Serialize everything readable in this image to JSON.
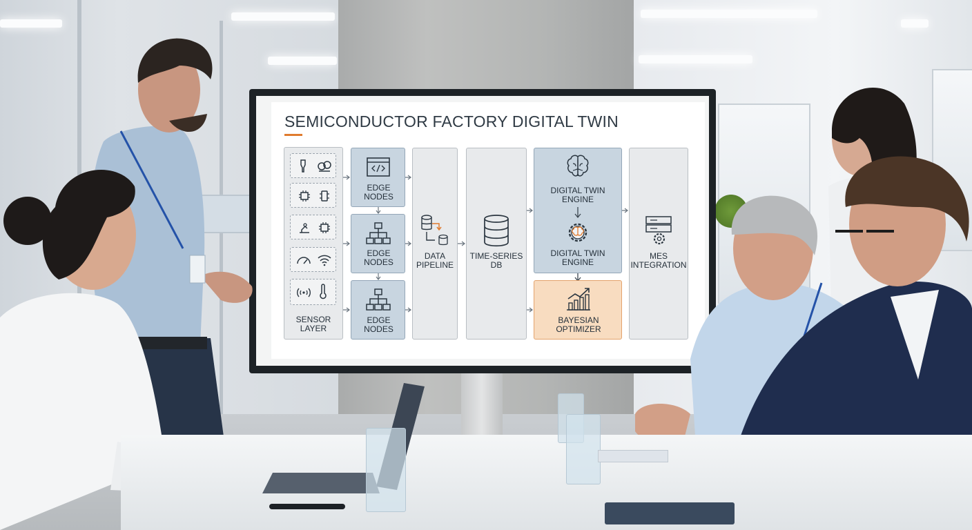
{
  "slide": {
    "title": "SEMICONDUCTOR FACTORY DIGITAL TWIN",
    "accent_color": "#e07b2e",
    "sensor_layer": {
      "label": "SENSOR LAYER",
      "icons": [
        "probe-icon",
        "robot-arm-icon",
        "chip-icon",
        "chip-icon",
        "robot-arm-icon",
        "chip-icon",
        "gauge-icon",
        "wifi-icon",
        "signal-icon",
        "thermometer-icon"
      ]
    },
    "edge_nodes": [
      {
        "label": "EDGE NODES",
        "icon": "code-window-icon"
      },
      {
        "label": "EDGE NODES",
        "icon": "hierarchy-icon"
      },
      {
        "label": "EDGE NODES",
        "icon": "hierarchy-icon"
      }
    ],
    "data_pipeline": {
      "label": "DATA PIPELINE",
      "icon": "pipeline-icon"
    },
    "timeseries_db": {
      "label": "TIME-SERIES DB",
      "icon": "database-icon"
    },
    "digital_twin_top": {
      "label": "DIGITAL TWIN ENGINE",
      "icon": "brain-icon"
    },
    "digital_twin_bottom": {
      "label": "DIGITAL TWIN ENGINE",
      "icon": "brain-gear-icon"
    },
    "bayesian": {
      "label": "BAYESIAN OPTIMIZER",
      "icon": "growth-chart-icon",
      "highlight_color": "#f8dcc0"
    },
    "mes": {
      "label": "MES INTEGRATION",
      "icon": "server-gear-icon"
    }
  }
}
